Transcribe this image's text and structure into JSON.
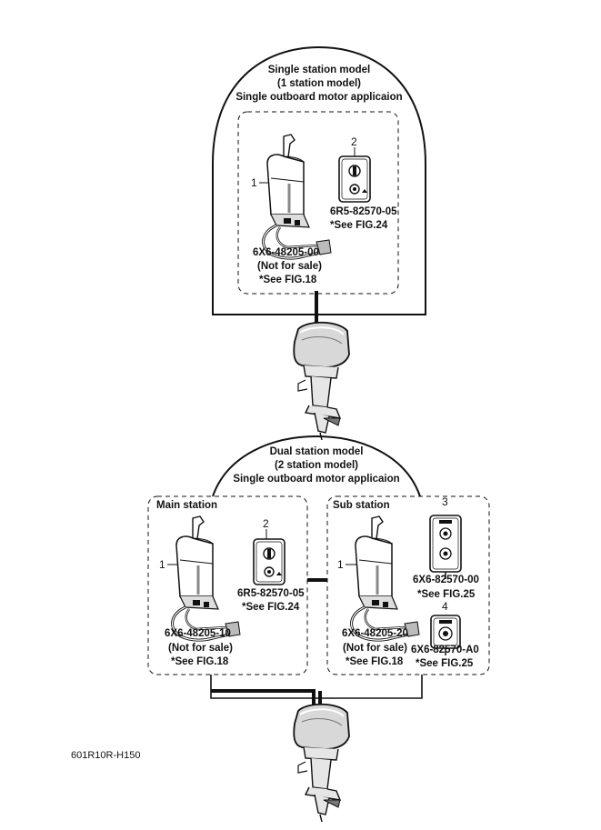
{
  "single_station": {
    "title_line1": "Single station model",
    "title_line2": "(1 station model)",
    "title_line3": "Single outboard motor applicaion",
    "item1": {
      "num": "1",
      "part": "6X6-48205-00",
      "note": "(Not for sale)",
      "ref": "*See FIG.18"
    },
    "item2": {
      "num": "2",
      "part": "6R5-82570-05",
      "ref": "*See FIG.24"
    }
  },
  "dual_station": {
    "title_line1": "Dual station model",
    "title_line2": "(2 station model)",
    "title_line3": "Single outboard motor applicaion",
    "main": {
      "label": "Main station",
      "item1": {
        "num": "1",
        "part": "6X6-48205-10",
        "note": "(Not for sale)",
        "ref": "*See FIG.18"
      },
      "item2": {
        "num": "2",
        "part": "6R5-82570-05",
        "ref": "*See FIG.24"
      }
    },
    "sub": {
      "label": "Sub station",
      "item1": {
        "num": "1",
        "part": "6X6-48205-20",
        "note": "(Not for sale)",
        "ref": "*See FIG.18"
      },
      "item3": {
        "num": "3",
        "part": "6X6-82570-00",
        "ref": "*See FIG.25"
      },
      "item4": {
        "num": "4",
        "part": "6X6-82570-A0",
        "ref": "*See FIG.25"
      }
    }
  },
  "figure_code": "601R10R-H150"
}
